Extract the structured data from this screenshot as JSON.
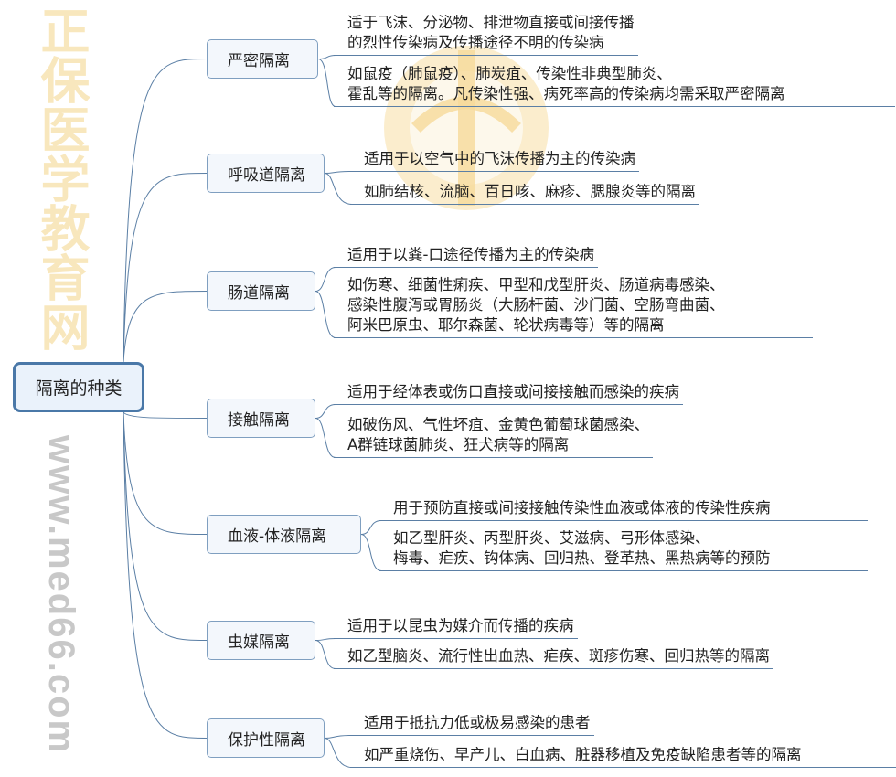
{
  "root": {
    "label": "隔离的种类"
  },
  "watermark": {
    "name_cn": "正保医学教育网",
    "url": "www.med66.com"
  },
  "colors": {
    "line": "#5b7fa5",
    "root_border": "#4a78a8",
    "node_bg": "#f3f7fc"
  },
  "branches": [
    {
      "label": "严密隔离",
      "leaves": [
        {
          "lines": [
            "适于飞沫、分泌物、排泄物直接或间接传播",
            "的烈性传染病及传播途径不明的传染病"
          ]
        },
        {
          "lines": [
            "如鼠疫（肺鼠疫）、肺炭疽、传染性非典型肺炎、",
            "霍乱等的隔离。凡传染性强、病死率高的传染病均需采取严密隔离"
          ]
        }
      ]
    },
    {
      "label": "呼吸道隔离",
      "leaves": [
        {
          "lines": [
            "适用于以空气中的飞沫传播为主的传染病"
          ]
        },
        {
          "lines": [
            "如肺结核、流脑、百日咳、麻疹、腮腺炎等的隔离"
          ]
        }
      ]
    },
    {
      "label": "肠道隔离",
      "leaves": [
        {
          "lines": [
            "适用于以粪-口途径传播为主的传染病"
          ]
        },
        {
          "lines": [
            "如伤寒、细菌性痢疾、甲型和戊型肝炎、肠道病毒感染、",
            "感染性腹泻或胃肠炎（大肠杆菌、沙门菌、空肠弯曲菌、",
            "阿米巴原虫、耶尔森菌、轮状病毒等）等的隔离"
          ]
        }
      ]
    },
    {
      "label": "接触隔离",
      "leaves": [
        {
          "lines": [
            "适用于经体表或伤口直接或间接接触而感染的疾病"
          ]
        },
        {
          "lines": [
            "如破伤风、气性坏疽、金黄色葡萄球菌感染、",
            "A群链球菌肺炎、狂犬病等的隔离"
          ]
        }
      ]
    },
    {
      "label": "血液-体液隔离",
      "leaves": [
        {
          "lines": [
            "用于预防直接或间接接触传染性血液或体液的传染性疾病"
          ]
        },
        {
          "lines": [
            "如乙型肝炎、丙型肝炎、艾滋病、弓形体感染、",
            "梅毒、疟疾、钩体病、回归热、登革热、黑热病等的预防"
          ]
        }
      ]
    },
    {
      "label": "虫媒隔离",
      "leaves": [
        {
          "lines": [
            "适用于以昆虫为媒介而传播的疾病"
          ]
        },
        {
          "lines": [
            "如乙型脑炎、流行性出血热、疟疾、斑疹伤寒、回归热等的隔离"
          ]
        }
      ]
    },
    {
      "label": "保护性隔离",
      "leaves": [
        {
          "lines": [
            "适用于抵抗力低或极易感染的患者"
          ]
        },
        {
          "lines": [
            "如严重烧伤、早产儿、白血病、脏器移植及免疫缺陷患者等的隔离"
          ]
        }
      ]
    }
  ]
}
